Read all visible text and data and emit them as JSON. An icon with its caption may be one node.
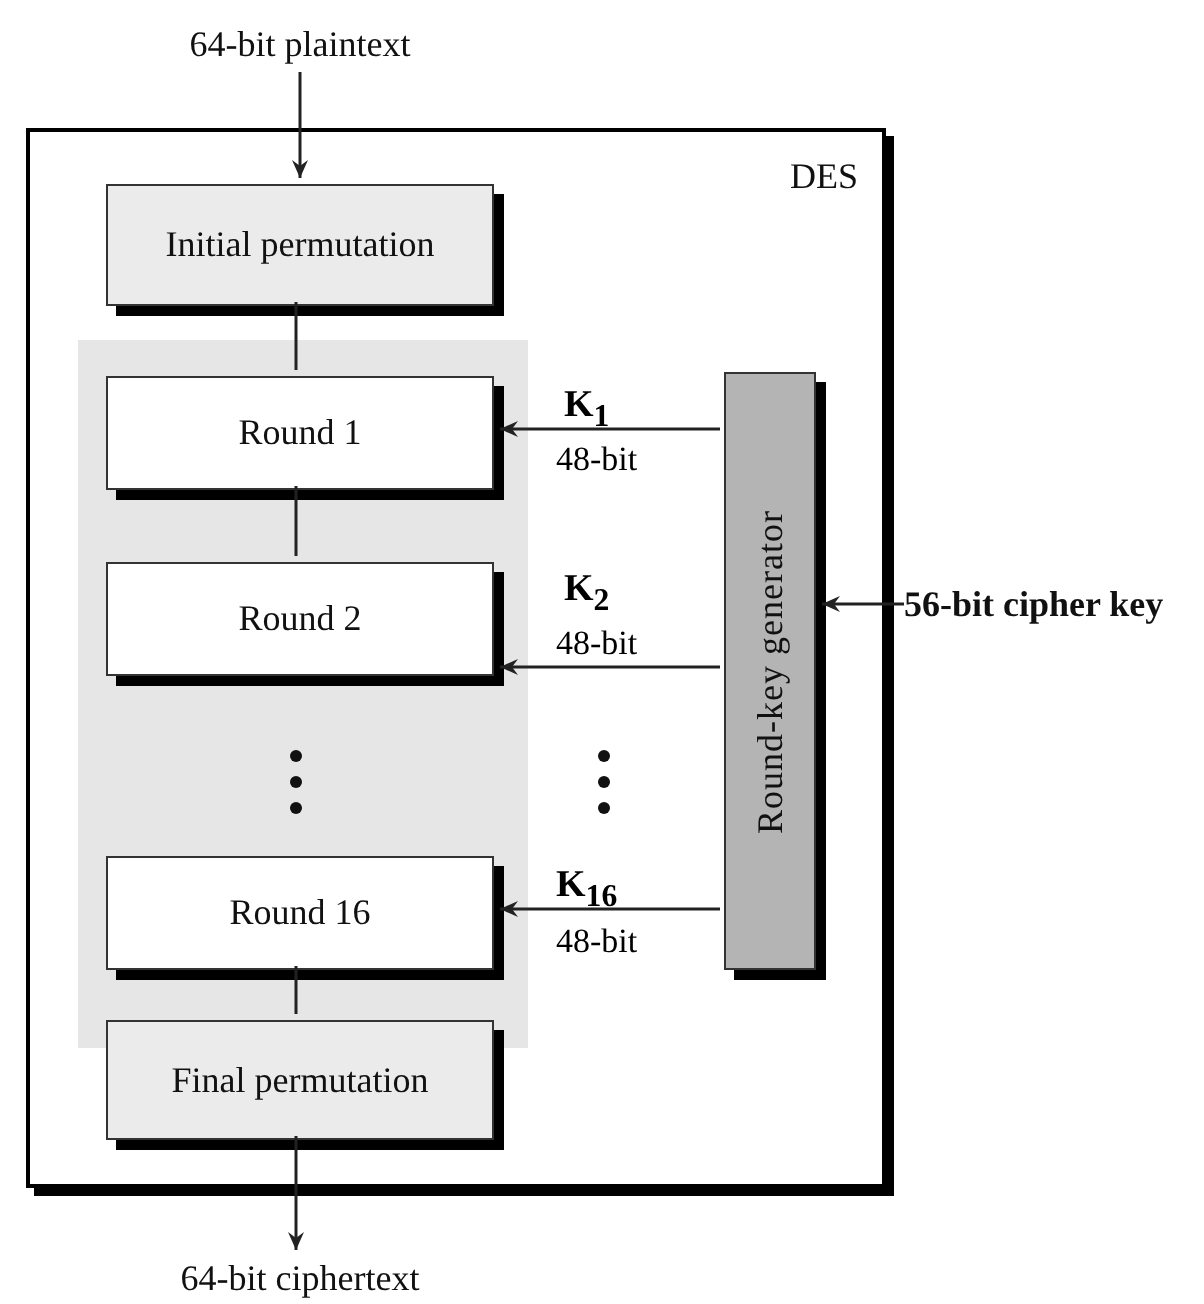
{
  "diagram": {
    "nodes": [
      {
        "text": [
          "64-bit plaintext"
        ]
      },
      {
        "text": [
          "DES"
        ]
      },
      {
        "text": [
          "Initial permutation"
        ],
        "in": 1
      },
      {
        "text": [],
        "shape": "box",
        "in": 1
      },
      {
        "text": [
          "Round 1"
        ],
        "in": 3
      },
      {
        "text": [
          "Round 2"
        ],
        "in": 3
      },
      {
        "text": [
          "Round 16"
        ],
        "in": 3
      },
      {
        "text": [
          "Final permutation"
        ],
        "in": 1
      },
      {
        "text": [
          "Round-key generator"
        ],
        "in": 1
      },
      {
        "text": [
          "56-bit cipher key"
        ]
      },
      {
        "text": [
          "64-bit ciphertext"
        ]
      }
    ],
    "edges": [
      {
        "from": 0,
        "to": 2,
        "arrow": "to"
      },
      {
        "from": 2,
        "to": 4,
        "arrow": "none"
      },
      {
        "from": 4,
        "to": 5,
        "arrow": "none"
      },
      {
        "from": 6,
        "to": 7,
        "arrow": "none"
      },
      {
        "from": 7,
        "to": 10,
        "arrow": "to"
      },
      {
        "from": 9,
        "to": 8,
        "arrow": "to"
      },
      {
        "from": 8,
        "to": 4,
        "arrow": "to",
        "label": "K$_{1}$"
      },
      {
        "from": 8,
        "to": 5,
        "arrow": "to",
        "label": "K$_{2}$"
      },
      {
        "from": 8,
        "to": 6,
        "arrow": "to",
        "label": "K$_{16}$"
      }
    ],
    "labels": [
      "48-bit",
      "48-bit",
      "48-bit"
    ]
  }
}
